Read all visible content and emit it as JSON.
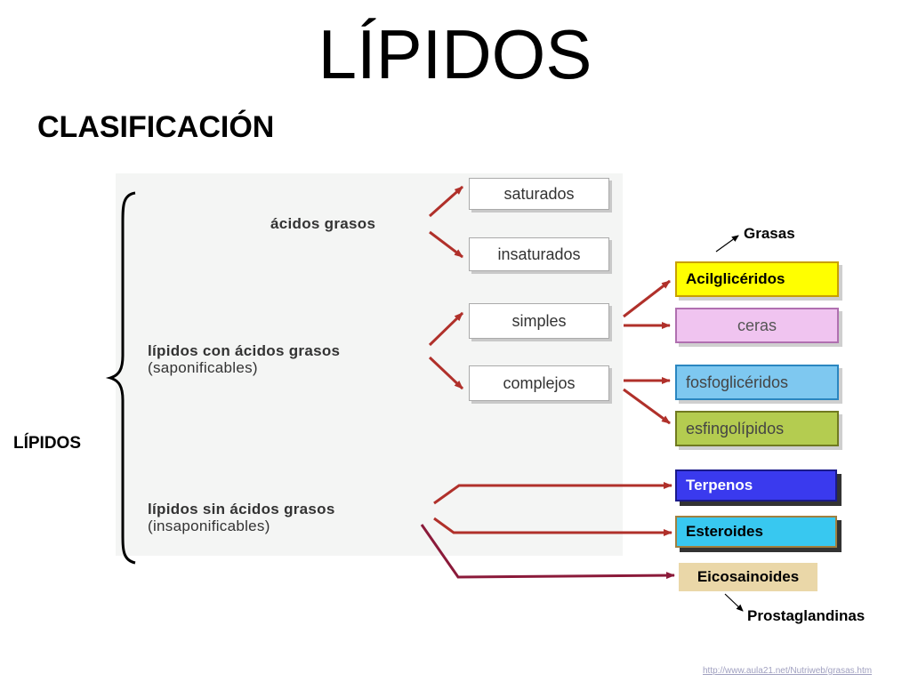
{
  "title": "LÍPIDOS",
  "subtitle": "CLASIFICACIÓN",
  "root_label": "LÍPIDOS",
  "groups": {
    "fatty_acids": "ácidos grasos",
    "with_fatty_acids": "lípidos con ácidos grasos",
    "with_fatty_acids_sub": "(saponificables)",
    "without_fatty_acids": "lípidos sin ácidos grasos",
    "without_fatty_acids_sub": "(insaponificables)"
  },
  "boxes": {
    "saturados": "saturados",
    "insaturados": "insaturados",
    "simples": "simples",
    "complejos": "complejos"
  },
  "classes": {
    "acilgliceridos": "Acilglicéridos",
    "ceras": "ceras",
    "fosfogliceridos": "fosfoglicéridos",
    "esfingolipidos": "esfingolípidos",
    "terpenos": "Terpenos",
    "esteroides": "Esteroides",
    "eicosainoides": "Eicosainoides"
  },
  "annotations": {
    "grasas": "Grasas",
    "prostaglandinas": "Prostaglandinas"
  },
  "source_url": "http://www.aula21.net/Nutriweb/grasas.htm",
  "colors": {
    "arrow_red": "#b0302a",
    "arrow_maroon": "#8b1a3a",
    "acilgliceridos": "#ffff00",
    "ceras": "#f0c4f0",
    "fosfogliceridos": "#7ec8f0",
    "esfingolipidos": "#b4cc50",
    "terpenos": "#3a3aee",
    "esteroides": "#38c8f0",
    "eicosainoides": "#ead7a8"
  }
}
